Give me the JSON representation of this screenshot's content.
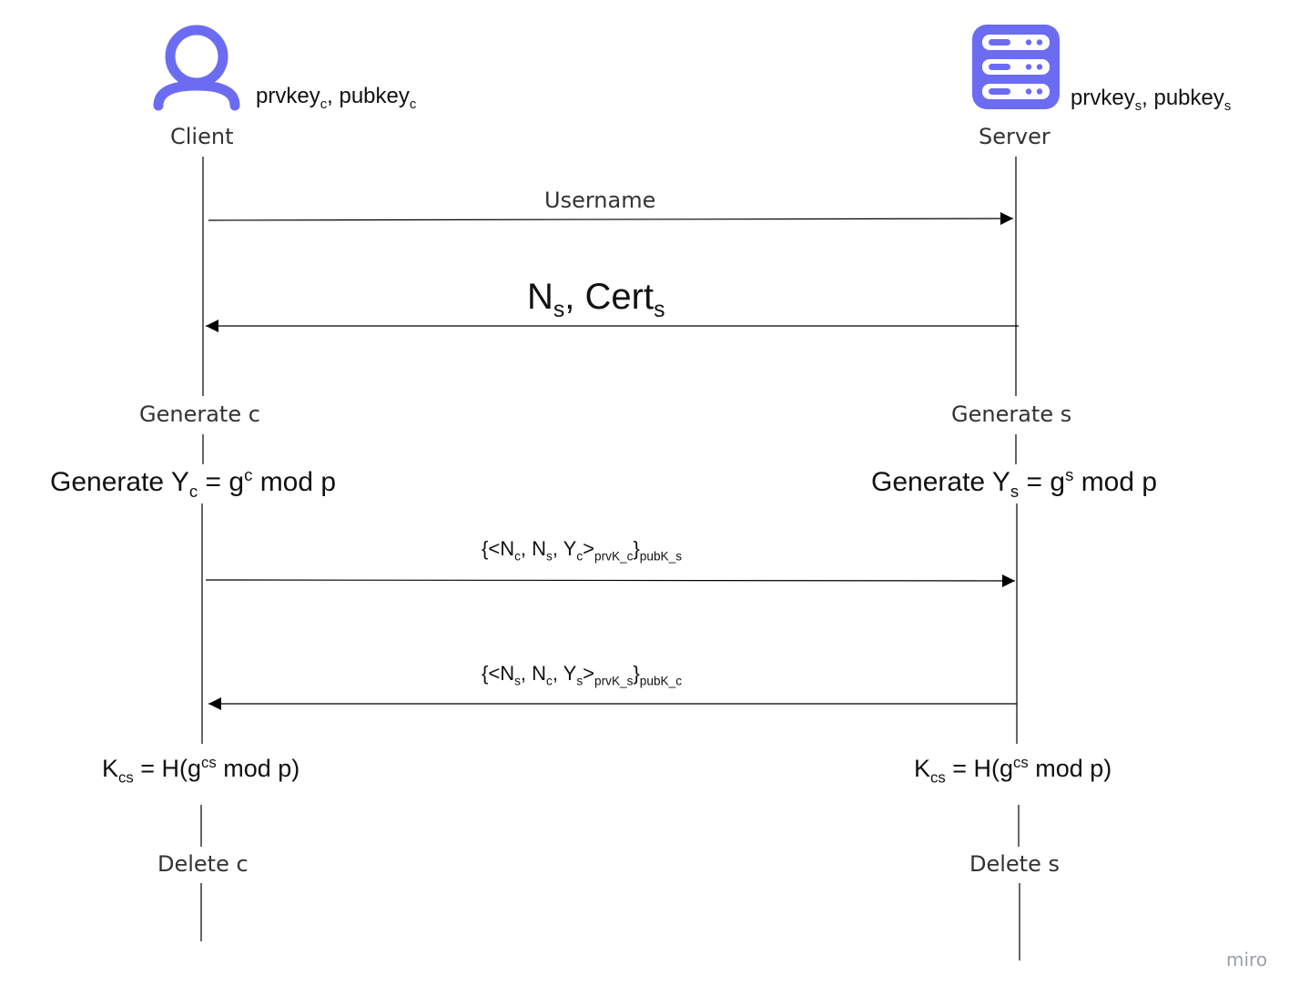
{
  "actors": {
    "client": {
      "name": "Client",
      "icon": "user-icon",
      "keys": {
        "prv": "prvkey",
        "prv_sub": "c",
        "sep": ", ",
        "pub": "pubkey",
        "pub_sub": "c"
      }
    },
    "server": {
      "name": "Server",
      "icon": "server-icon",
      "keys": {
        "prv": "prvkey",
        "prv_sub": "s",
        "sep": ", ",
        "pub": "pubkey",
        "pub_sub": "s"
      }
    }
  },
  "messages": {
    "m1": {
      "text": "Username",
      "direction": "client-to-server"
    },
    "m2": {
      "n": "N",
      "n_sub": "s",
      "sep": ", ",
      "cert": "Cert",
      "cert_sub": "s",
      "direction": "server-to-client"
    },
    "m3": {
      "open": "{<N",
      "s1": "c",
      "p1": ", N",
      "s2": "s",
      "p2": ", Y",
      "s3": "c",
      "p3": ">",
      "s4": "prvK_c",
      "p4": "}",
      "s5": "pubK_s",
      "direction": "client-to-server"
    },
    "m4": {
      "open": "{<N",
      "s1": "s",
      "p1": ", N",
      "s2": "c",
      "p2": ", Y",
      "s3": "s",
      "p3": ">",
      "s4": "prvK_s",
      "p4": "}",
      "s5": "pubK_c",
      "direction": "server-to-client"
    }
  },
  "client_steps": {
    "generate": "Generate c",
    "y_eq": {
      "a": "Generate Y",
      "a_sub": "c",
      "b": " = g",
      "b_sup": "c",
      "c": " mod p"
    },
    "k_eq": {
      "a": "K",
      "a_sub": "cs",
      "b": " = H(g",
      "b_sup": "cs",
      "c": "  mod p)"
    },
    "delete": "Delete c"
  },
  "server_steps": {
    "generate": "Generate s",
    "y_eq": {
      "a": "Generate Y",
      "a_sub": "s",
      "b": " = g",
      "b_sup": "s",
      "c": " mod p"
    },
    "k_eq": {
      "a": "K",
      "a_sub": "cs",
      "b": " = H(g",
      "b_sup": "cs",
      "c": "  mod p)"
    },
    "delete": "Delete s"
  },
  "watermark": "miro",
  "colors": {
    "icon": "#6c6cf3",
    "line": "#000000"
  }
}
